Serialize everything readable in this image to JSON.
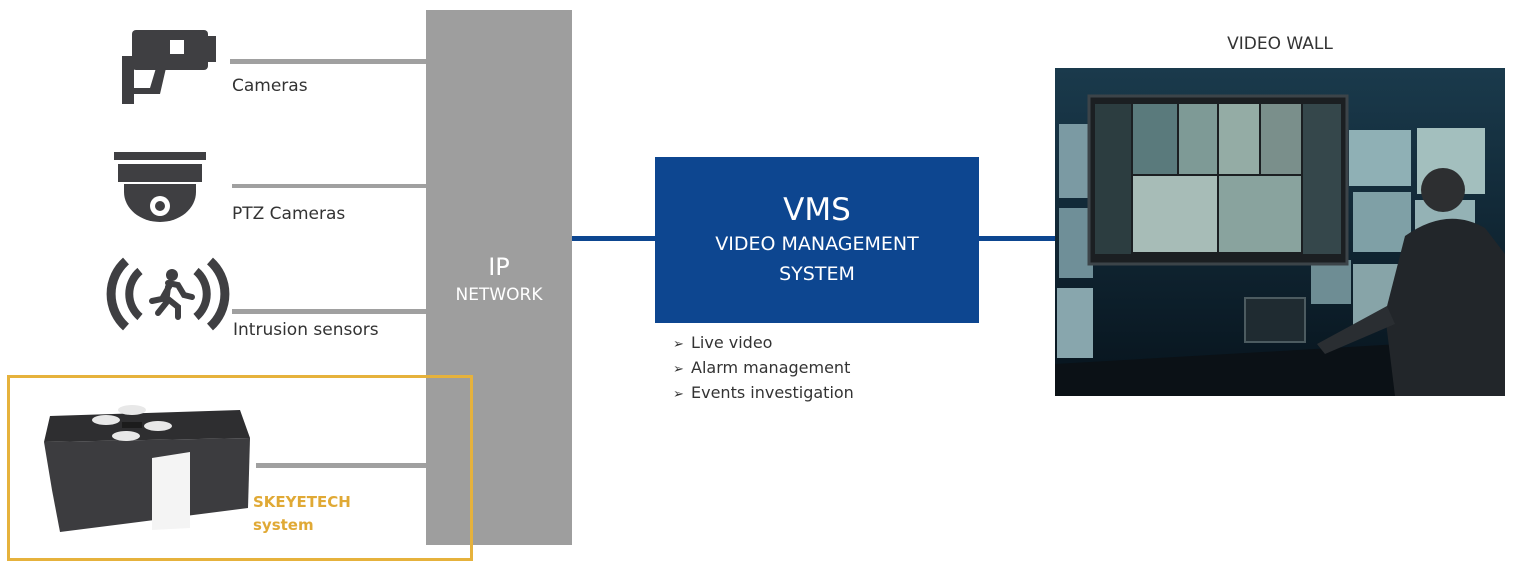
{
  "devices": {
    "cameras_label": "Cameras",
    "ptz_label": "PTZ Cameras",
    "intrusion_label": "Intrusion sensors"
  },
  "skeyetech": {
    "line1": "SKEYETECH",
    "line2": "system",
    "color": "#e6b23c"
  },
  "network": {
    "line1": "IP",
    "line2": "NETWORK",
    "color": "#9e9e9e"
  },
  "vms": {
    "title": "VMS",
    "subtitle_line1": "VIDEO MANAGEMENT",
    "subtitle_line2": "SYSTEM",
    "color": "#0d4690"
  },
  "features": [
    "Live video",
    "Alarm management",
    "Events investigation"
  ],
  "video_wall": {
    "title": "VIDEO WALL"
  },
  "icons": [
    "cctv-camera-icon",
    "ptz-dome-camera-icon",
    "intrusion-sensor-icon",
    "drone-box-icon"
  ]
}
